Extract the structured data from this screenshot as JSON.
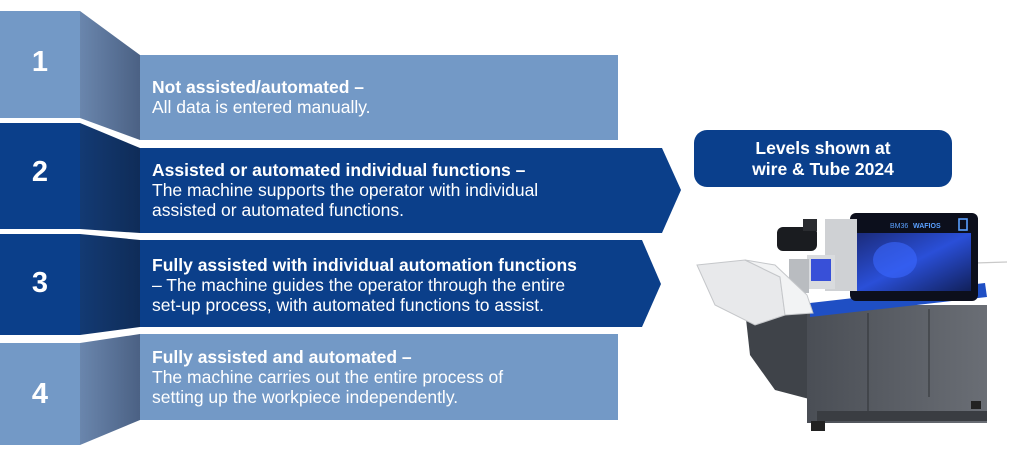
{
  "colors": {
    "light_blue": "#7399c6",
    "dark_blue": "#0b3f8a",
    "badge_blue": "#0a3f8c",
    "text": "#ffffff"
  },
  "levels": [
    {
      "number": "1",
      "title": "Not assisted/automated –",
      "lines": [
        "All data is entered manually."
      ],
      "style": "light",
      "arrow": false
    },
    {
      "number": "2",
      "title": "Assisted or automated individual functions –",
      "lines": [
        "The machine supports the operator with individual",
        "assisted or automated functions."
      ],
      "style": "dark",
      "arrow": true
    },
    {
      "number": "3",
      "title": "Fully assisted with individual automation functions",
      "lines": [
        "– The machine guides the operator through the entire",
        "set-up process, with automated functions to assist."
      ],
      "style": "dark",
      "arrow": true
    },
    {
      "number": "4",
      "title": "Fully assisted and automated –",
      "lines": [
        "The machine carries out the entire process of",
        "setting up the workpiece independently."
      ],
      "style": "light",
      "arrow": false
    }
  ],
  "badge": {
    "line1": "Levels shown at",
    "line2": "wire & Tube 2024"
  },
  "machine": {
    "model_label": "BM36",
    "brand_label": "WAFIOS",
    "icon": "wire-bending-machine-image"
  }
}
